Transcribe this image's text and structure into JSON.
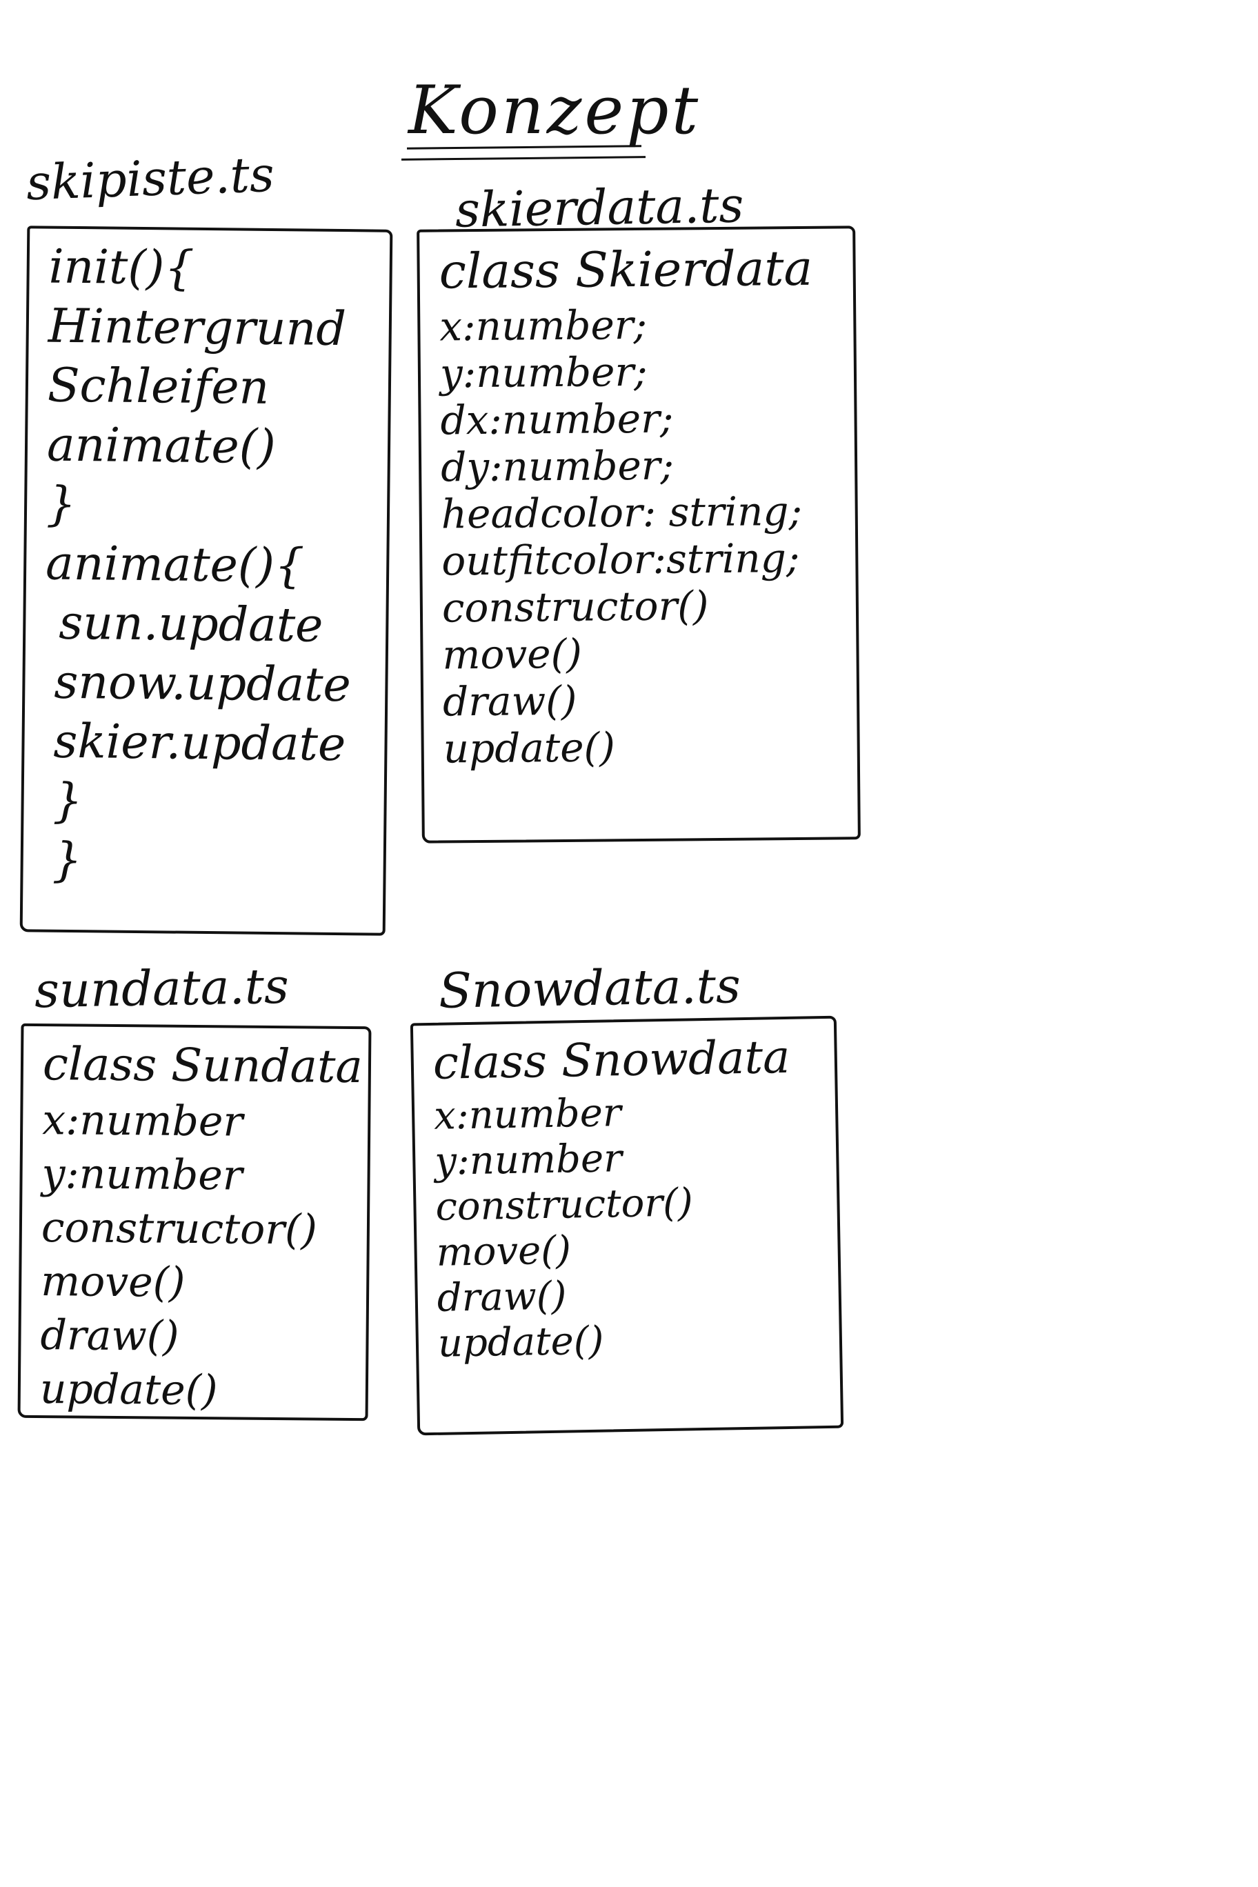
{
  "title": "Konzept",
  "boxes": {
    "skipiste": {
      "filename": "skipiste.ts",
      "lines": [
        "init(){",
        "Hintergrund",
        "Schleifen",
        "animate()",
        "}",
        "animate(){",
        "sun.update",
        "snow.update",
        "skier.update",
        "}",
        "}"
      ]
    },
    "skierdata": {
      "filename": "skierdata.ts",
      "lines": [
        "class Skierdata",
        "x:number;",
        "y:number;",
        "dx:number;",
        "dy:number;",
        "headcolor: string;",
        "outfitcolor:string;",
        "constructor()",
        "move()",
        "draw()",
        "update()"
      ]
    },
    "sundata": {
      "filename": "sundata.ts",
      "lines": [
        "class Sundata",
        "x:number",
        "y:number",
        "constructor()",
        "move()",
        "draw()",
        "update()"
      ]
    },
    "snowdata": {
      "filename": "Snowdata.ts",
      "lines": [
        "class Snowdata",
        "x:number",
        "y:number",
        "constructor()",
        "move()",
        "draw()",
        "update()"
      ]
    }
  }
}
